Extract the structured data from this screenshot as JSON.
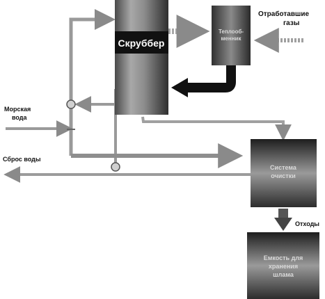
{
  "labels": {
    "scrubber": "Скруббер",
    "exhaust_gases_line1": "Отработавшие",
    "exhaust_gases_line2": "газы",
    "seawater_line1": "Морская",
    "seawater_line2": "вода",
    "water_discharge": "Сброс воды",
    "waste": "Отходы",
    "small_box_line1": "Теплооб-",
    "small_box_line2": "менник",
    "treatment_line1": "Система",
    "treatment_line2": "очистки",
    "storage_line1": "Емкость для",
    "storage_line2": "хранения",
    "storage_line3": "шлама"
  }
}
